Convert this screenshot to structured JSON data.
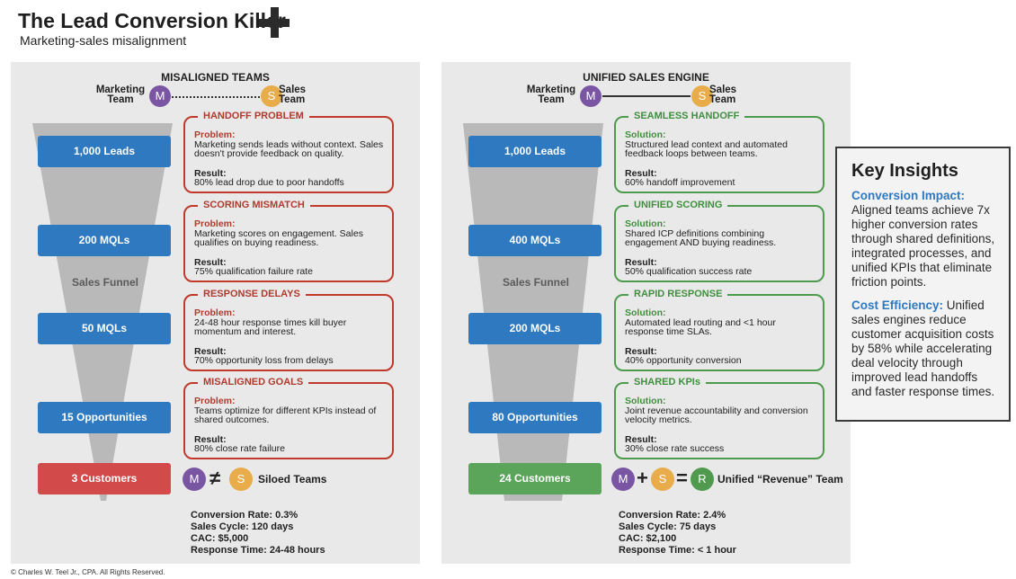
{
  "header": {
    "title": "The Lead Conversion Killer",
    "subtitle": "Marketing-sales misalignment"
  },
  "colors": {
    "marketing": "#7a55a3",
    "sales": "#e9ac4a",
    "revenue": "#4f9a4f",
    "stage_blue": "#2e79c0",
    "problem_red": "#c0392b",
    "solution_green": "#4e9b4e"
  },
  "left": {
    "title": "MISALIGNED TEAMS",
    "marketing_label": "Marketing Team",
    "sales_label": "Sales Team",
    "marketing_initial": "M",
    "sales_initial": "S",
    "funnel_label": "Sales Funnel",
    "stages": [
      "1,000 Leads",
      "200 MQLs",
      "50 MQLs",
      "15 Opportunities"
    ],
    "final_stage": "3 Customers",
    "cards": [
      {
        "title": "HANDOFF PROBLEM",
        "heading": "Problem:",
        "text": "Marketing sends leads without context. Sales doesn't provide feedback on quality.",
        "result_heading": "Result:",
        "result": "80% lead drop due to poor handoffs"
      },
      {
        "title": "SCORING MISMATCH",
        "heading": "Problem:",
        "text": "Marketing scores on engagement. Sales qualifies on buying readiness.",
        "result_heading": "Result:",
        "result": "75% qualification failure rate"
      },
      {
        "title": "RESPONSE DELAYS",
        "heading": "Problem:",
        "text": "24-48 hour response times kill buyer momentum and interest.",
        "result_heading": "Result:",
        "result": "70% opportunity loss from delays"
      },
      {
        "title": "MISALIGNED GOALS",
        "heading": "Problem:",
        "text": "Teams optimize for different KPIs instead of shared outcomes.",
        "result_heading": "Result:",
        "result": "80% close rate failure"
      }
    ],
    "equation": {
      "op": "≠",
      "label": "Siloed Teams"
    },
    "stats": [
      "Conversion Rate: 0.3%",
      "Sales Cycle: 120 days",
      "CAC: $5,000",
      "Response Time: 24-48 hours"
    ]
  },
  "right": {
    "title": "UNIFIED SALES ENGINE",
    "marketing_label": "Marketing Team",
    "sales_label": "Sales Team",
    "marketing_initial": "M",
    "sales_initial": "S",
    "funnel_label": "Sales Funnel",
    "stages": [
      "1,000 Leads",
      "400 MQLs",
      "200 MQLs",
      "80 Opportunities"
    ],
    "final_stage": "24 Customers",
    "cards": [
      {
        "title": "SEAMLESS HANDOFF",
        "heading": "Solution:",
        "text": "Structured lead context and automated feedback loops between teams.",
        "result_heading": "Result:",
        "result": "60% handoff improvement"
      },
      {
        "title": "UNIFIED SCORING",
        "heading": "Solution:",
        "text": "Shared ICP definitions combining engagement AND buying readiness.",
        "result_heading": "Result:",
        "result": "50% qualification success rate"
      },
      {
        "title": "RAPID RESPONSE",
        "heading": "Solution:",
        "text": "Automated lead routing and <1 hour response time SLAs.",
        "result_heading": "Result:",
        "result": "40% opportunity conversion"
      },
      {
        "title": "SHARED KPIs",
        "heading": "Solution:",
        "text": "Joint revenue accountability and conversion velocity metrics.",
        "result_heading": "Result:",
        "result": "30% close rate success"
      }
    ],
    "equation": {
      "plus": "+",
      "equals": "=",
      "revenue_initial": "R",
      "label": "Unified “Revenue” Team"
    },
    "stats": [
      "Conversion Rate: 2.4%",
      "Sales Cycle: 75 days",
      "CAC: $2,100",
      "Response Time: < 1 hour"
    ]
  },
  "insights": {
    "title": "Key Insights",
    "items": [
      {
        "heading": "Conversion Impact:",
        "text": " Aligned teams achieve 7x higher conversion rates through shared definitions, integrated processes, and unified KPIs that eliminate friction points."
      },
      {
        "heading": "Cost Efficiency:",
        "text": " Unified sales engines reduce customer acquisition costs by 58% while accelerating deal velocity through improved lead handoffs and faster response times."
      }
    ]
  },
  "footer": {
    "copyright": "© Charles W. Teel Jr., CPA.  All Rights Reserved."
  }
}
